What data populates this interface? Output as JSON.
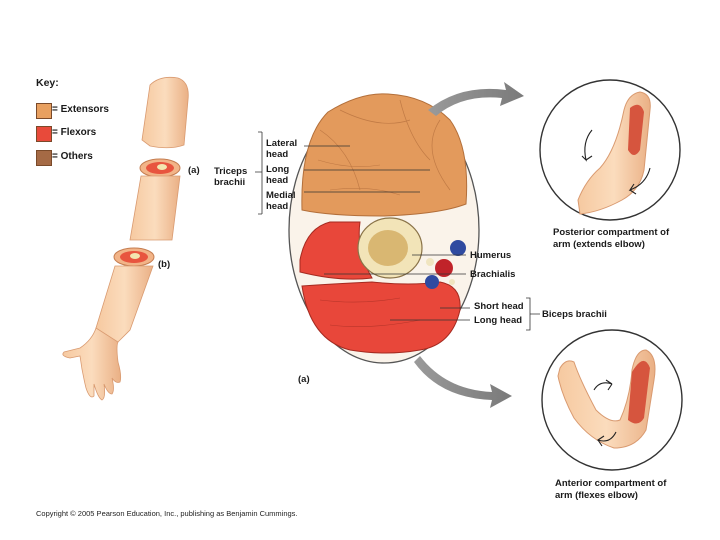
{
  "key": {
    "title": "Key:",
    "items": [
      {
        "label": "= Extensors",
        "color": "#e8a060"
      },
      {
        "label": "= Flexors",
        "color": "#e84a3a"
      },
      {
        "label": "= Others",
        "color": "#a56a45"
      }
    ]
  },
  "arm_markers": {
    "a": "(a)",
    "b": "(b)"
  },
  "triceps": {
    "group_line1": "Triceps",
    "group_line2": "brachii",
    "lateral_1": "Lateral",
    "lateral_2": "head",
    "long_1": "Long",
    "long_2": "head",
    "medial_1": "Medial",
    "medial_2": "head"
  },
  "right_labels": {
    "humerus": "Humerus",
    "brachialis": "Brachialis",
    "short_head": "Short head",
    "long_head": "Long head",
    "biceps": "Biceps brachii"
  },
  "section_marker": "(a)",
  "posterior": {
    "line1": "Posterior compartment of",
    "line2": "arm (extends elbow)"
  },
  "anterior": {
    "line1": "Anterior compartment of",
    "line2": "arm (flexes elbow)"
  },
  "copyright": "Copyright © 2005 Pearson Education, Inc., publishing as Benjamin Cummings."
}
